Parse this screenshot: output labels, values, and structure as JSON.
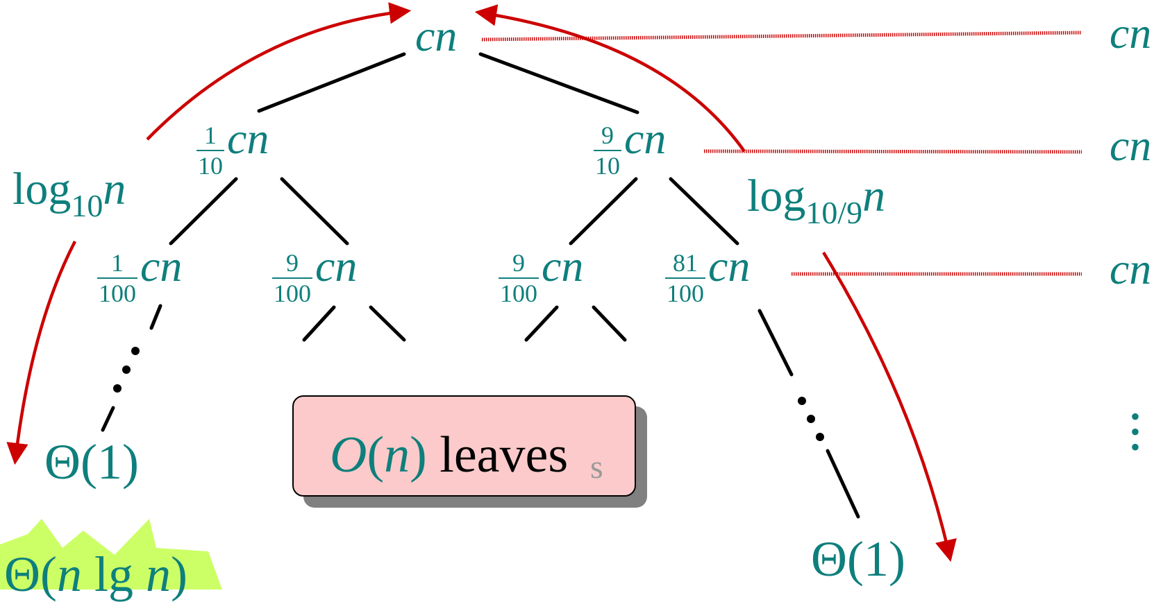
{
  "nodes": {
    "root": {
      "var": "cn"
    },
    "l1_left": {
      "num": "1",
      "den": "10",
      "var": "cn"
    },
    "l1_right": {
      "num": "9",
      "den": "10",
      "var": "cn"
    },
    "l2_a": {
      "num": "1",
      "den": "100",
      "var": "cn"
    },
    "l2_b": {
      "num": "9",
      "den": "100",
      "var": "cn"
    },
    "l2_c": {
      "num": "9",
      "den": "100",
      "var": "cn"
    },
    "l2_d": {
      "num": "81",
      "den": "100",
      "var": "cn"
    }
  },
  "leaves": {
    "left": "Θ(1)",
    "right": "Θ(1)"
  },
  "heights": {
    "left": {
      "base": "log",
      "sub": "10",
      "var": "n"
    },
    "right": {
      "base": "log",
      "sub": "10/9",
      "var": "n"
    }
  },
  "level_costs": [
    "cn",
    "cn",
    "cn"
  ],
  "leaves_box": {
    "O": "O",
    "open": "(",
    "n": "n",
    "close": ")",
    "word": "leaves",
    "ghost": "s"
  },
  "total": {
    "prefix": "Θ(",
    "n1": "n",
    "lg": " lg ",
    "n2": "n",
    "suffix": ")"
  },
  "colors": {
    "teal": "#0e7f7c",
    "red": "#cc0000",
    "edge": "#000000",
    "box_fill": "#fccaca",
    "burst": "#ccff66",
    "shadow": "#808080"
  }
}
